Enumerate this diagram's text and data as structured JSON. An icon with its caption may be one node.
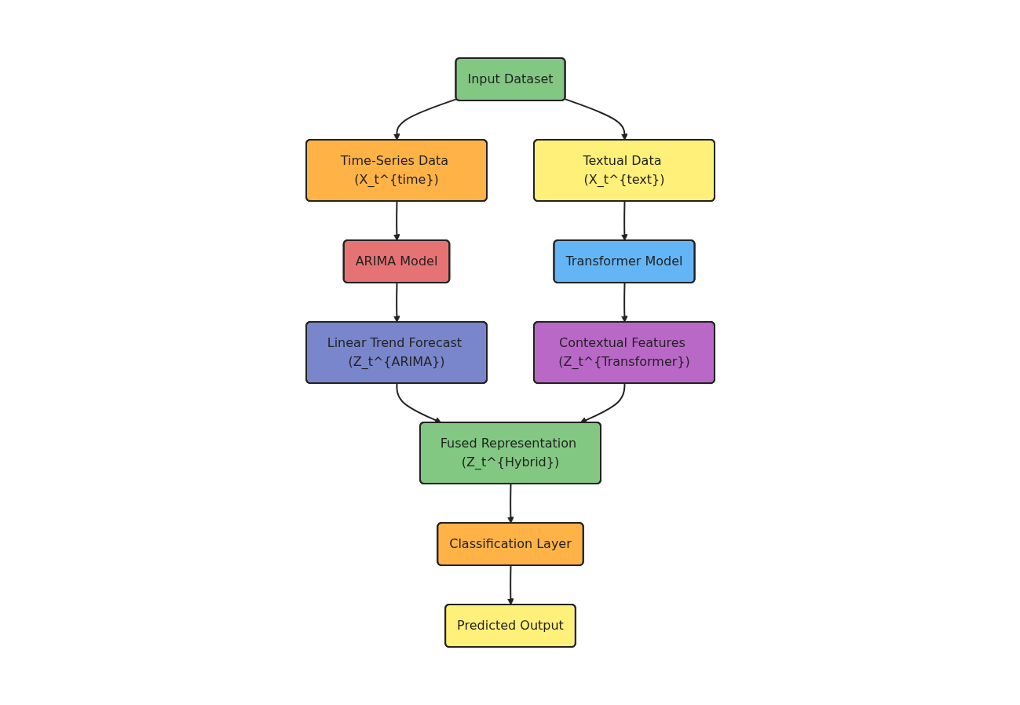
{
  "diagram": {
    "nodes": [
      {
        "text": [
          "Input Dataset"
        ]
      },
      {
        "text": [
          "Time-Series Data (X_t^{time})"
        ]
      },
      {
        "text": [
          "Textual Data (X_t^{text})"
        ]
      },
      {
        "text": [
          "ARIMA Model"
        ]
      },
      {
        "text": [
          "Transformer Model"
        ]
      },
      {
        "text": [
          "Linear Trend Forecast (Z_t^{ARIMA})"
        ]
      },
      {
        "text": [
          "Contextual Features (Z_t^{Transformer})"
        ]
      },
      {
        "text": [
          "Fused Representation (Z_t^{Hybrid})"
        ]
      },
      {
        "text": [
          "Classification Layer"
        ]
      },
      {
        "text": [
          "Predicted Output"
        ]
      }
    ],
    "edges": [
      {
        "from": 0,
        "to": 1,
        "arrow": "to"
      },
      {
        "from": 0,
        "to": 2,
        "arrow": "to"
      },
      {
        "from": 1,
        "to": 3,
        "arrow": "to"
      },
      {
        "from": 2,
        "to": 4,
        "arrow": "to"
      },
      {
        "from": 3,
        "to": 5,
        "arrow": "to"
      },
      {
        "from": 4,
        "to": 6,
        "arrow": "to"
      },
      {
        "from": 5,
        "to": 7,
        "arrow": "to"
      },
      {
        "from": 6,
        "to": 7,
        "arrow": "to"
      },
      {
        "from": 7,
        "to": 8,
        "arrow": "to"
      },
      {
        "from": 8,
        "to": 9,
        "arrow": "to"
      }
    ]
  }
}
